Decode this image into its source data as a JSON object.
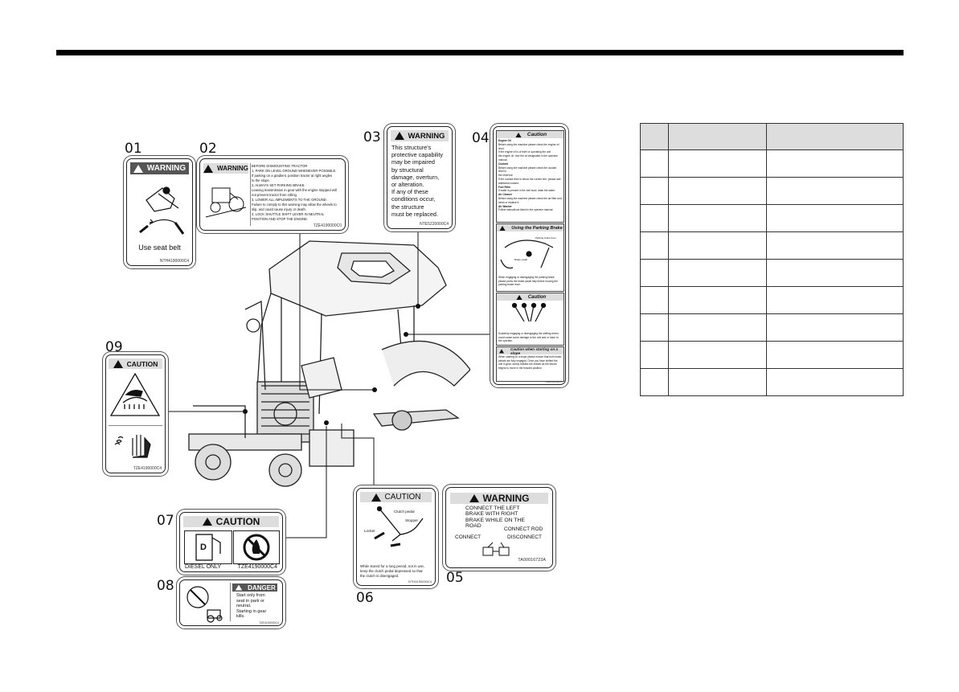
{
  "callout_numbers": [
    "01",
    "02",
    "03",
    "04",
    "05",
    "06",
    "07",
    "08",
    "09"
  ],
  "decal01": {
    "header": "WARNING",
    "caption": "Use  seat  belt",
    "code": "NTH4190000C4"
  },
  "decal02": {
    "header": "WARNING",
    "lines": [
      "BEFORE DISMOUNTING TRACTOR",
      "1, PARK ON LEVEL GROUND WHENEVER POSSIBLE.",
      "   If parking on a gradient, position tractor at right angles",
      "   to the slope.",
      "2, ALWAYS SET PARKING BRAKE.",
      "   Leaving transmission in gear with the engine stopped will",
      "   not prevent tractor from rolling.",
      "3, LOWER ALL IMPLEMENTS TO THE GROUND.",
      "   Failure to comply to this warning may allow the wheels to",
      "   slip, and could cause injury or death.",
      "4, LOCK SHUTTLE SHIFT LEVER IN NEUTRAL",
      "   POSITION AND STOP THE ENGINE."
    ],
    "code": "TZE4190000C0"
  },
  "decal03": {
    "header": "WARNING",
    "lines": [
      "This structure's",
      "protective capability",
      "may be impaired",
      "by structural",
      "damage, overturn,",
      "or alteration.",
      "If any of these",
      "conditions occur,",
      "the structure",
      "must be replaced."
    ],
    "code": "NTE5220000C4"
  },
  "decal04": {
    "sec1_header": "Caution",
    "sec1_lines": [
      "Engine Oil",
      "Before using the machine please check the engine oil level.",
      "If the engine oil is of level or operating the unit",
      "the engine oil. Use the oil designated in the operator manual.",
      "Coolant",
      "Before using the machine please check the coolant level in",
      "the reservoir.",
      "If the coolant level is below the current line, please add",
      "additional coolant.",
      "Fuel Filter",
      "If water is present in the fuel bowl, drain the water.",
      "Air Cleaner",
      "Before using the machine please check the air filter and",
      "clean or replace it.",
      "Air Washer",
      "Follow instructions listed in the operator manual."
    ],
    "sec2_header": "Using the Parking Brake",
    "sec2_labels": [
      "Parking brake lever",
      "Brake pedal"
    ],
    "sec2_text": "When engaging or disengaging the parking brake please press the brake pedal fully before moving the parking brake lever.",
    "sec3_header": "Caution",
    "sec3_text": "Suddenly engaging or disengaging the shifting levers could cause some damage to the unit and or harm to the operator.",
    "sec4_header": "Caution when starting on a slope",
    "sec4_text": "When starting on a slope please ensure that both brake pedals are fully engaged. Once you have shifted the unit in gear, slowly release the brakes as the tractor begins to move in the forward position.",
    "code": "TZE4190000C4"
  },
  "decal05": {
    "header": "WARNING",
    "lines": [
      "CONNECT THE LEFT",
      "BRAKE WITH RIGHT",
      "BRAKE WHILE ON THE",
      "ROAD"
    ],
    "connect_rod": "CONNECT ROD",
    "connect": "CONNECT",
    "disconnect": "DISCONNECT",
    "code": "TA00016723A"
  },
  "decal06": {
    "header": "CAUTION",
    "label_clutch": "Clutch pedal",
    "label_stopper": "Stopper",
    "label_locker": "Locker",
    "lines": [
      "While stored for a long period, not in use,",
      "keep the clutch pedal depressed so that",
      "the clutch is disengaged."
    ],
    "code": "NTH4190000C4"
  },
  "decal07": {
    "header": "CAUTION",
    "left": "DIESEL ONLY",
    "code": "TZE4190000C4",
    "fuel_letter": "D"
  },
  "decal08": {
    "header": "DANGER",
    "lines": [
      "Start only from",
      "seat in park or",
      "neutral.",
      "Starting in gear",
      "kills."
    ],
    "code": "TZE4190000C4"
  },
  "decal09": {
    "header": "CAUTION",
    "code": "TZE4190000C4"
  },
  "table": {
    "headers": [
      "",
      "",
      ""
    ],
    "rows": [
      [
        "",
        "",
        ""
      ],
      [
        "",
        "",
        ""
      ],
      [
        "",
        "",
        ""
      ],
      [
        "",
        "",
        ""
      ],
      [
        "",
        "",
        ""
      ],
      [
        "",
        "",
        ""
      ],
      [
        "",
        "",
        ""
      ],
      [
        "",
        "",
        ""
      ],
      [
        "",
        "",
        ""
      ]
    ]
  }
}
